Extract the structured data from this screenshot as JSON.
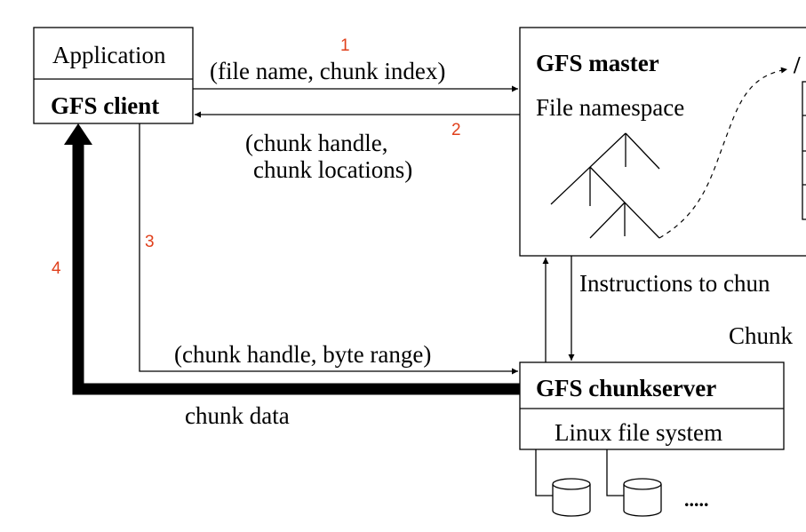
{
  "client": {
    "application_label": "Application",
    "gfs_client_label": "GFS client"
  },
  "master": {
    "title": "GFS master",
    "namespace_label": "File namespace",
    "cut_off_label": "/"
  },
  "chunkserver": {
    "title": "GFS chunkserver",
    "fs_label": "Linux file system"
  },
  "messages": {
    "request_label": "(file name, chunk index)",
    "reply_line1": "(chunk handle,",
    "reply_line2": "chunk locations)",
    "read_request_label": "(chunk handle, byte range)",
    "data_label": "chunk data",
    "instructions_label": "Instructions to chun",
    "state_label": "Chunk"
  },
  "steps": {
    "step1": "1",
    "step2": "2",
    "step3": "3",
    "step4": "4"
  },
  "disks": {
    "ellipsis": "....."
  },
  "colors": {
    "step_number": "#e0401c",
    "ink": "#000000"
  }
}
